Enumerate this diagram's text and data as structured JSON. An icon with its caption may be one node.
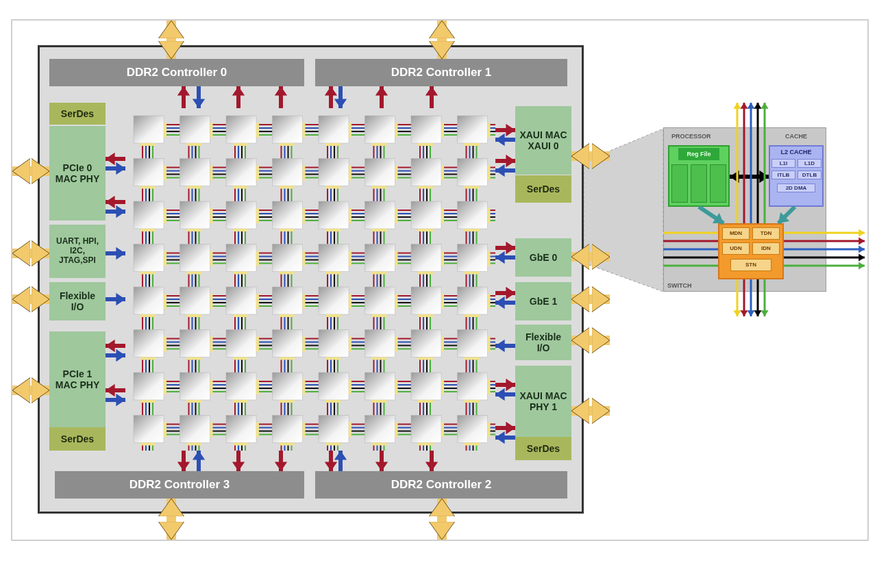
{
  "diagram": {
    "nodes": [
      {
        "text": [],
        "shape": "box"
      },
      {
        "text": [
          "DDR2 Controller 0"
        ],
        "in": 0
      },
      {
        "text": [
          "DDR2 Controller 1"
        ],
        "in": 0
      },
      {
        "text": [
          "SerDes"
        ],
        "in": 0
      },
      {
        "text": [
          "PCIe 0 MAC PHY"
        ],
        "in": 0
      },
      {
        "text": [
          "UART, HPI, I2C, JTAG,SPI"
        ],
        "in": 0
      },
      {
        "text": [
          "Flexible I/O"
        ],
        "in": 0
      },
      {
        "text": [
          "PCIe 1 MAC PHY"
        ],
        "in": 0
      },
      {
        "text": [
          "SerDes"
        ],
        "in": 0
      },
      {
        "text": [
          "XAUI MAC XAUI 0"
        ],
        "in": 0
      },
      {
        "text": [
          "SerDes"
        ],
        "in": 0
      },
      {
        "text": [
          "GbE 0"
        ],
        "in": 0
      },
      {
        "text": [
          "GbE 1"
        ],
        "in": 0
      },
      {
        "text": [
          "Flexible I/O"
        ],
        "in": 0
      },
      {
        "text": [
          "XAUI MAC PHY 1"
        ],
        "in": 0
      },
      {
        "text": [
          "SerDes"
        ],
        "in": 0
      },
      {
        "text": [
          "DDR2 Controller 3"
        ],
        "in": 0
      },
      {
        "text": [
          "DDR2 Controller 2"
        ],
        "in": 0
      },
      {
        "text": [],
        "shape": "box",
        "in": 0
      },
      {
        "text": [],
        "shape": "box"
      },
      {
        "text": [],
        "shape": "box",
        "in": 19
      },
      {
        "text": [
          "Reg File"
        ],
        "in": 20
      },
      {
        "text": [],
        "shape": "box",
        "in": 20
      },
      {
        "text": [],
        "shape": "box",
        "in": 20
      },
      {
        "text": [],
        "shape": "box",
        "in": 20
      },
      {
        "text": [
          "L2 CACHE"
        ],
        "in": 19
      },
      {
        "text": [
          "L1I"
        ],
        "in": 25
      },
      {
        "text": [
          "L1D"
        ],
        "in": 25
      },
      {
        "text": [
          "ITLB"
        ],
        "in": 25
      },
      {
        "text": [
          "DTLB"
        ],
        "in": 25
      },
      {
        "text": [
          "2D DMA"
        ],
        "in": 25
      },
      {
        "text": [],
        "shape": "box",
        "in": 19
      },
      {
        "text": [
          "MDN"
        ],
        "in": 31
      },
      {
        "text": [
          "TDN"
        ],
        "in": 31
      },
      {
        "text": [
          "UDN"
        ],
        "in": 31
      },
      {
        "text": [
          "IDN"
        ],
        "in": 31
      },
      {
        "text": [
          "STN"
        ],
        "in": 31
      },
      {
        "text": [],
        "shape": "trapezoid"
      }
    ],
    "edges": [
      {
        "from": 18,
        "to": 1,
        "arrow": "to",
        "color": "#a3182c"
      },
      {
        "from": 1,
        "to": 18,
        "arrow": "to",
        "color": "#2c4fb4"
      },
      {
        "from": 18,
        "to": 1,
        "arrow": "to",
        "color": "#a3182c"
      },
      {
        "from": 18,
        "to": 1,
        "arrow": "to",
        "color": "#a3182c"
      },
      {
        "from": 18,
        "to": 2,
        "arrow": "to",
        "color": "#a3182c"
      },
      {
        "from": 2,
        "to": 18,
        "arrow": "to",
        "color": "#2c4fb4"
      },
      {
        "from": 18,
        "to": 2,
        "arrow": "to",
        "color": "#a3182c"
      },
      {
        "from": 18,
        "to": 2,
        "arrow": "to",
        "color": "#a3182c"
      },
      {
        "from": 18,
        "to": 4,
        "arrow": "to",
        "color": "#a3182c"
      },
      {
        "from": 4,
        "to": 18,
        "arrow": "to",
        "color": "#2c4fb4"
      },
      {
        "from": 18,
        "to": 4,
        "arrow": "to",
        "color": "#a3182c"
      },
      {
        "from": 4,
        "to": 18,
        "arrow": "to",
        "color": "#2c4fb4"
      },
      {
        "from": 5,
        "to": 18,
        "arrow": "to",
        "color": "#2c4fb4"
      },
      {
        "from": 6,
        "to": 18,
        "arrow": "to",
        "color": "#2c4fb4"
      },
      {
        "from": 18,
        "to": 7,
        "arrow": "to",
        "color": "#a3182c"
      },
      {
        "from": 7,
        "to": 18,
        "arrow": "to",
        "color": "#2c4fb4"
      },
      {
        "from": 18,
        "to": 7,
        "arrow": "to",
        "color": "#a3182c"
      },
      {
        "from": 7,
        "to": 18,
        "arrow": "to",
        "color": "#2c4fb4"
      },
      {
        "from": 18,
        "to": 9,
        "arrow": "to",
        "color": "#a3182c"
      },
      {
        "from": 9,
        "to": 18,
        "arrow": "to",
        "color": "#2c4fb4"
      },
      {
        "from": 18,
        "to": 9,
        "arrow": "to",
        "color": "#a3182c"
      },
      {
        "from": 9,
        "to": 18,
        "arrow": "to",
        "color": "#2c4fb4"
      },
      {
        "from": 18,
        "to": 11,
        "arrow": "to",
        "color": "#a3182c"
      },
      {
        "from": 11,
        "to": 18,
        "arrow": "to",
        "color": "#2c4fb4"
      },
      {
        "from": 18,
        "to": 12,
        "arrow": "to",
        "color": "#a3182c"
      },
      {
        "from": 12,
        "to": 18,
        "arrow": "to",
        "color": "#2c4fb4"
      },
      {
        "from": 13,
        "to": 18,
        "arrow": "to",
        "color": "#2c4fb4"
      },
      {
        "from": 18,
        "to": 14,
        "arrow": "to",
        "color": "#a3182c"
      },
      {
        "from": 14,
        "to": 18,
        "arrow": "to",
        "color": "#2c4fb4"
      },
      {
        "from": 18,
        "to": 14,
        "arrow": "to",
        "color": "#a3182c"
      },
      {
        "from": 14,
        "to": 18,
        "arrow": "to",
        "color": "#2c4fb4"
      },
      {
        "from": 18,
        "to": 16,
        "arrow": "to",
        "color": "#a3182c"
      },
      {
        "from": 16,
        "to": 18,
        "arrow": "to",
        "color": "#2c4fb4"
      },
      {
        "from": 18,
        "to": 16,
        "arrow": "to",
        "color": "#a3182c"
      },
      {
        "from": 18,
        "to": 16,
        "arrow": "to",
        "color": "#a3182c"
      },
      {
        "from": 18,
        "to": 17,
        "arrow": "to",
        "color": "#a3182c"
      },
      {
        "from": 17,
        "to": 18,
        "arrow": "to",
        "color": "#2c4fb4"
      },
      {
        "from": 18,
        "to": 17,
        "arrow": "to",
        "color": "#a3182c"
      },
      {
        "from": 18,
        "to": 17,
        "arrow": "to",
        "color": "#a3182c"
      },
      {
        "from": null,
        "to": 1,
        "arrow": "both",
        "style": "thick",
        "color": "#f2c96b"
      },
      {
        "from": null,
        "to": 2,
        "arrow": "both",
        "style": "thick",
        "color": "#f2c96b"
      },
      {
        "from": null,
        "to": 4,
        "arrow": "both",
        "style": "thick",
        "color": "#f2c96b"
      },
      {
        "from": null,
        "to": 5,
        "arrow": "both",
        "style": "thick",
        "color": "#f2c96b"
      },
      {
        "from": null,
        "to": 6,
        "arrow": "both",
        "style": "thick",
        "color": "#f2c96b"
      },
      {
        "from": null,
        "to": 7,
        "arrow": "both",
        "style": "thick",
        "color": "#f2c96b"
      },
      {
        "from": null,
        "to": 9,
        "arrow": "both",
        "style": "thick",
        "color": "#f2c96b"
      },
      {
        "from": null,
        "to": 11,
        "arrow": "both",
        "style": "thick",
        "color": "#f2c96b"
      },
      {
        "from": null,
        "to": 12,
        "arrow": "both",
        "style": "thick",
        "color": "#f2c96b"
      },
      {
        "from": null,
        "to": 13,
        "arrow": "both",
        "style": "thick",
        "color": "#f2c96b"
      },
      {
        "from": null,
        "to": 14,
        "arrow": "both",
        "style": "thick",
        "color": "#f2c96b"
      },
      {
        "from": null,
        "to": 16,
        "arrow": "both",
        "style": "thick",
        "color": "#f2c96b"
      },
      {
        "from": null,
        "to": 17,
        "arrow": "both",
        "style": "thick",
        "color": "#f2c96b"
      },
      {
        "from": 20,
        "to": 25,
        "arrow": "both",
        "color": "#000000"
      },
      {
        "from": 20,
        "to": 31,
        "arrow": "to",
        "color": "#3d9a9a"
      },
      {
        "from": 25,
        "to": 31,
        "arrow": "to",
        "color": "#3d9a9a"
      },
      {
        "from": 31,
        "to": null,
        "arrow": "to",
        "color": "#f0d21e"
      },
      {
        "from": 31,
        "to": null,
        "arrow": "to",
        "color": "#f0d21e"
      },
      {
        "from": 37,
        "to": 31,
        "arrow": "none",
        "color": "#f0d21e"
      },
      {
        "from": 31,
        "to": null,
        "arrow": "to",
        "color": "#f0d21e"
      },
      {
        "from": 31,
        "to": null,
        "arrow": "to",
        "color": "#a3182c"
      },
      {
        "from": 31,
        "to": null,
        "arrow": "to",
        "color": "#a3182c"
      },
      {
        "from": 37,
        "to": 31,
        "arrow": "none",
        "color": "#a3182c"
      },
      {
        "from": 31,
        "to": null,
        "arrow": "to",
        "color": "#a3182c"
      },
      {
        "from": 31,
        "to": null,
        "arrow": "to",
        "color": "#2c5fc0"
      },
      {
        "from": 31,
        "to": null,
        "arrow": "to",
        "color": "#2c5fc0"
      },
      {
        "from": 37,
        "to": 31,
        "arrow": "none",
        "color": "#2c5fc0"
      },
      {
        "from": 31,
        "to": null,
        "arrow": "to",
        "color": "#2c5fc0"
      },
      {
        "from": 31,
        "to": null,
        "arrow": "to",
        "color": "#000000"
      },
      {
        "from": 31,
        "to": null,
        "arrow": "to",
        "color": "#000000"
      },
      {
        "from": 37,
        "to": 31,
        "arrow": "none",
        "color": "#000000"
      },
      {
        "from": 31,
        "to": null,
        "arrow": "to",
        "color": "#000000"
      },
      {
        "from": 31,
        "to": null,
        "arrow": "to",
        "color": "#4caf3c"
      },
      {
        "from": 31,
        "to": null,
        "arrow": "to",
        "color": "#4caf3c"
      },
      {
        "from": 37,
        "to": 31,
        "arrow": "none",
        "color": "#4caf3c"
      },
      {
        "from": 31,
        "to": null,
        "arrow": "to",
        "color": "#4caf3c"
      }
    ],
    "labels": [
      "PROCESSOR",
      "CACHE",
      "SWITCH"
    ]
  }
}
